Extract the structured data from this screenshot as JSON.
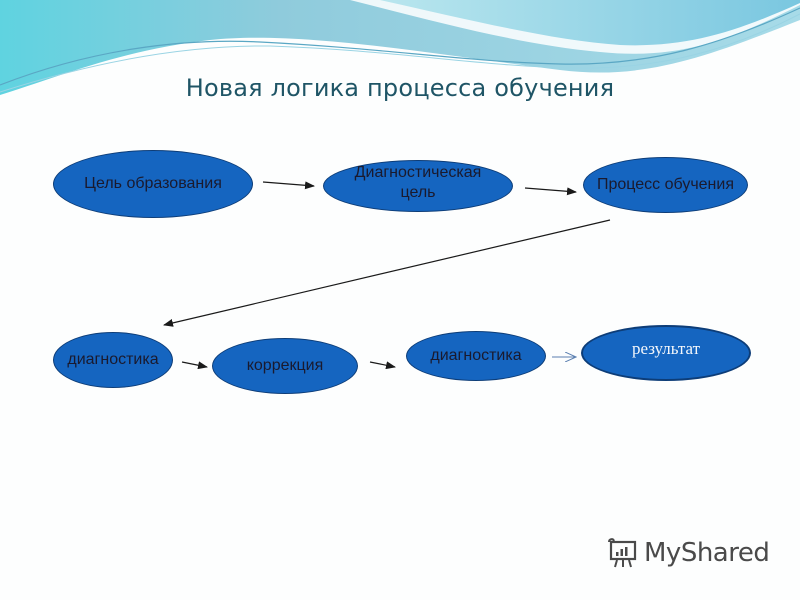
{
  "slide": {
    "title": "Новая логика процесса обучения"
  },
  "diagram": {
    "nodes": [
      {
        "id": "goal",
        "label": "Цель образования"
      },
      {
        "id": "diag_goal",
        "label_line1": "Диагностическая",
        "label_line2": "цель"
      },
      {
        "id": "process",
        "label": "Процесс обучения"
      },
      {
        "id": "diagnostics1",
        "label": "диагностика"
      },
      {
        "id": "correction",
        "label": "коррекция"
      },
      {
        "id": "diagnostics2",
        "label": "диагностика"
      },
      {
        "id": "result",
        "label": "результат"
      }
    ],
    "edges": [
      {
        "from": "goal",
        "to": "diag_goal"
      },
      {
        "from": "diag_goal",
        "to": "process"
      },
      {
        "from": "process",
        "to": "diagnostics1"
      },
      {
        "from": "diagnostics1",
        "to": "correction"
      },
      {
        "from": "correction",
        "to": "diagnostics2"
      },
      {
        "from": "diagnostics2",
        "to": "result"
      }
    ],
    "colors": {
      "node_fill": "#1565c0",
      "node_border": "#0d3d78",
      "arrow": "#1a1a1a",
      "title": "#1f5566"
    }
  },
  "watermark": {
    "text": "MyShared",
    "icon": "presentation-board-icon"
  }
}
